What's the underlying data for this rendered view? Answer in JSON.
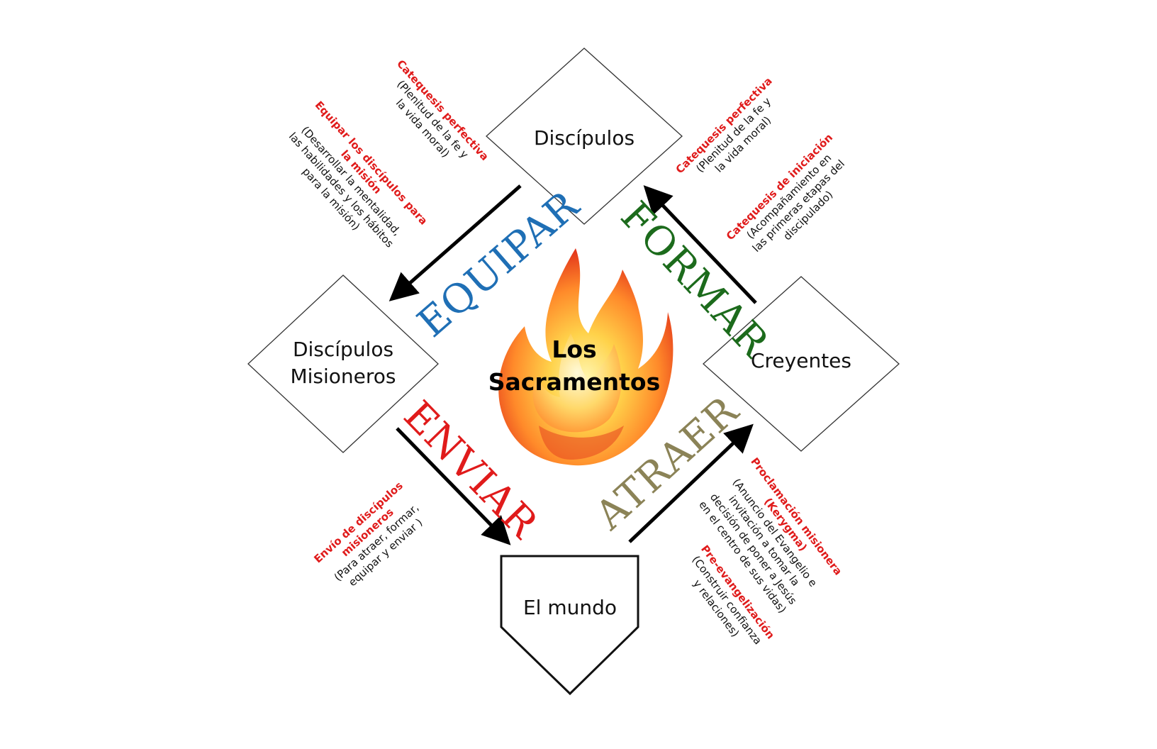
{
  "nodes": {
    "discipulos": "Discípulos",
    "misioneros_line1": "Discípulos",
    "misioneros_line2": "Misioneros",
    "creyentes": "Creyentes",
    "mundo": "El mundo"
  },
  "center": {
    "line1": "Los",
    "line2": "Sacramentos"
  },
  "verbs": {
    "equipar": "EQUIPAR",
    "formar": "FORMAR",
    "enviar": "ENVIAR",
    "atraer": "ATRAER"
  },
  "notes": {
    "equipar": {
      "t1": "Catequesis perfectiva",
      "d1a": "(Plenitud de la fe y",
      "d1b": "la vida moral)",
      "t2a": "Equipar los  discípulos para",
      "t2b": "la misión",
      "d2a": "(Desarrollar la mentalidad,",
      "d2b": "las habilidades y los hábitos",
      "d2c": "para la misión)"
    },
    "formar": {
      "t1": "Catequesis perfectiva",
      "d1a": "(Plenitud de la fe y",
      "d1b": "la vida moral)",
      "t2": "Catequesis de iniciación",
      "d2a": "(Acompañamiento en",
      "d2b": "las primeras etapas del",
      "d2c": "discipulado)"
    },
    "enviar": {
      "t1a": "Envío de discípulos",
      "t1b": "misioneros",
      "d1a": "(Para atraer, formar,",
      "d1b": "equipar y enviar )"
    },
    "atraer": {
      "t1a": "Proclamación misionera",
      "t1b": "(Kerygma)",
      "d1a": "(Anuncio del Evangelio e",
      "d1b": "invitación a tomar la",
      "d1c": "decisión de poner a Jesús",
      "d1d": "en el centro de sus vidas)",
      "t2": "Pre-evangelización",
      "d2a": "(Construir confianza",
      "d2b": "y relaciones)"
    }
  },
  "colors": {
    "equipar": "#1f6fb5",
    "formar": "#1c6b1c",
    "enviar": "#e01b1b",
    "atraer": "#8b8357",
    "note_title": "#e01b1b"
  }
}
